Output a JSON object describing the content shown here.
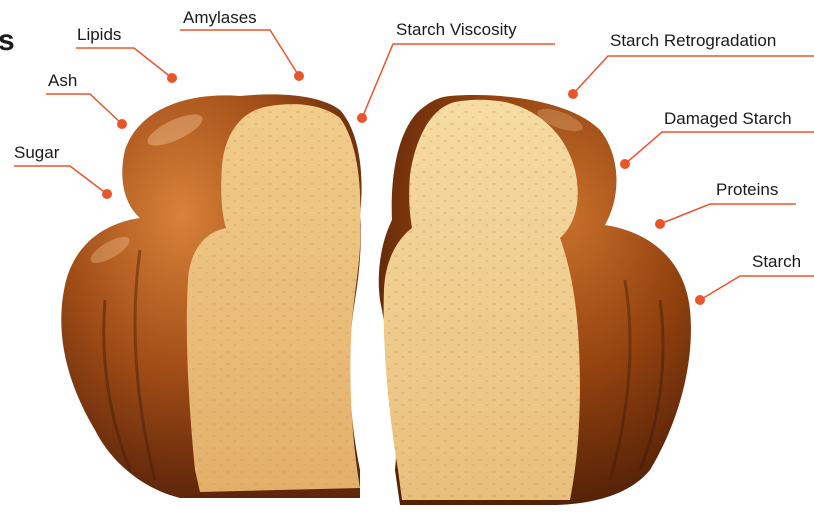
{
  "heading_fragment": "s",
  "accent_color": "#e8552a",
  "labels": {
    "sugar": "Sugar",
    "ash": "Ash",
    "lipids": "Lipids",
    "amylases": "Amylases",
    "starch_viscosity": "Starch Viscosity",
    "starch_retrogradation": "Starch Retrogradation",
    "damaged_starch": "Damaged Starch",
    "proteins": "Proteins",
    "starch": "Starch"
  }
}
